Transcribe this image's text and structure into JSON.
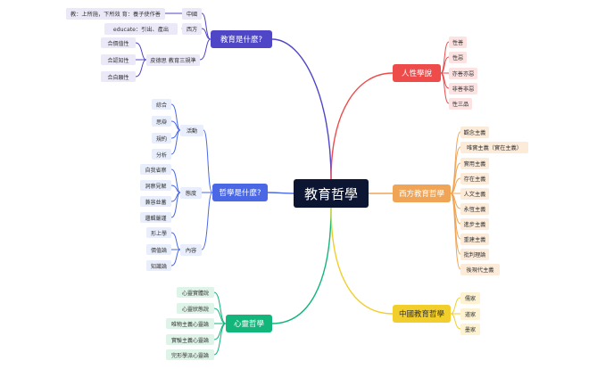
{
  "root": {
    "label": "教育哲學"
  },
  "branches": {
    "edu_what": {
      "label": "教育是什麼?",
      "color": "#4f46c7",
      "china": {
        "label": "中國",
        "note": "教：上所施，下所效 育：養子使作善"
      },
      "west": {
        "label": "西方",
        "note": "educate：引出、產出"
      },
      "criteria": {
        "label": "皮德思 教育三規準",
        "items": [
          "合價值性",
          "合認知性",
          "合自願性"
        ]
      }
    },
    "phil_what": {
      "label": "哲學是什麼?",
      "color": "#4a68e6",
      "activity": {
        "label": "活動",
        "items": [
          "綜合",
          "思辯",
          "規約",
          "分析"
        ]
      },
      "attitude": {
        "label": "態度",
        "items": [
          "自我省察",
          "洞察見解",
          "兼容並蓄",
          "邏輯嚴謹"
        ]
      },
      "content": {
        "label": "內容",
        "items": [
          "形上學",
          "價值論",
          "知識論"
        ]
      }
    },
    "mind": {
      "label": "心靈哲學",
      "color": "#12b57a",
      "items": [
        "心靈實體說",
        "心靈狀態說",
        "唯物主義心靈論",
        "實驗主義心靈論",
        "完形學派心靈論"
      ]
    },
    "human": {
      "label": "人性學說",
      "color": "#ee4b4b",
      "items": [
        "性善",
        "性惡",
        "亦善亦惡",
        "非善非惡",
        "性三品"
      ]
    },
    "west": {
      "label": "西方教育哲學",
      "color": "#f0a455",
      "items": [
        "觀念主義",
        "唯實主義（實在主義）",
        "實用主義",
        "存在主義",
        "人文主義",
        "永恆主義",
        "進步主義",
        "重建主義",
        "批判理論",
        "後現代主義"
      ]
    },
    "china": {
      "label": "中國教育哲學",
      "color": "#f2ce2c",
      "items": [
        "儒家",
        "道家",
        "墨家"
      ]
    }
  }
}
